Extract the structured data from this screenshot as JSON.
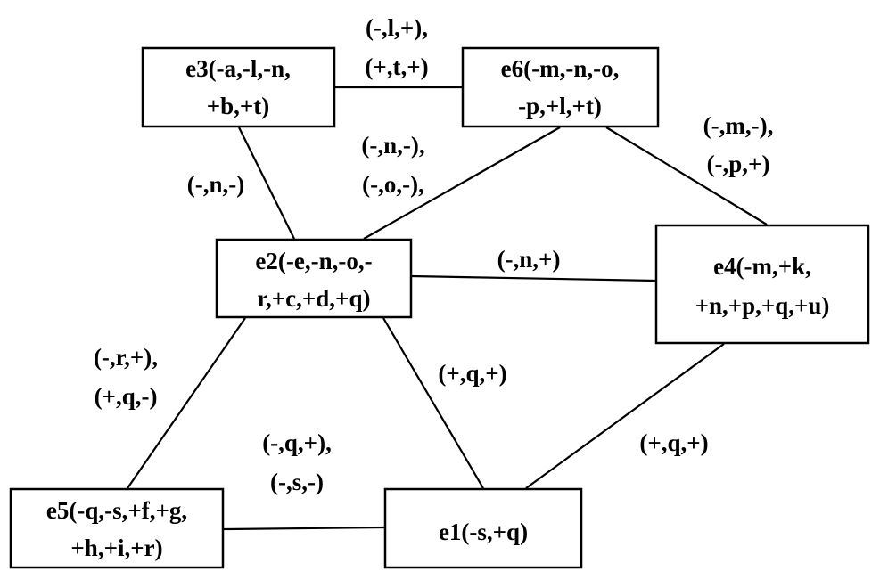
{
  "nodes": {
    "e1": {
      "lines": [
        "e1(-s,+q)"
      ]
    },
    "e2": {
      "lines": [
        "e2(-e,-n,-o,-",
        "r,+c,+d,+q)"
      ]
    },
    "e3": {
      "lines": [
        "e3(-a,-l,-n,",
        "+b,+t)"
      ]
    },
    "e4": {
      "lines": [
        "e4(-m,+k,",
        "+n,+p,+q,+u)"
      ]
    },
    "e5": {
      "lines": [
        "e5(-q,-s,+f,+g,",
        "+h,+i,+r)"
      ]
    },
    "e6": {
      "lines": [
        "e6(-m,-n,-o,",
        "-p,+l,+t)"
      ]
    }
  },
  "edges": {
    "e3_e6": {
      "lines": [
        "(-,l,+),",
        "(+,t,+)"
      ]
    },
    "e2_e3": {
      "lines": [
        "(-,n,-)"
      ]
    },
    "e2_e6": {
      "lines": [
        "(-,n,-),",
        "(-,o,-),"
      ]
    },
    "e4_e6": {
      "lines": [
        "(-,m,-),",
        "(-,p,+)"
      ]
    },
    "e2_e4": {
      "lines": [
        "(-,n,+)"
      ]
    },
    "e2_e5": {
      "lines": [
        "(-,r,+),",
        "(+,q,-)"
      ]
    },
    "e1_e2": {
      "lines": [
        "(+,q,+)"
      ]
    },
    "e1_e4": {
      "lines": [
        "(+,q,+)"
      ]
    },
    "e1_e5": {
      "lines": [
        "(-,q,+),",
        "(-,s,-)"
      ]
    }
  }
}
